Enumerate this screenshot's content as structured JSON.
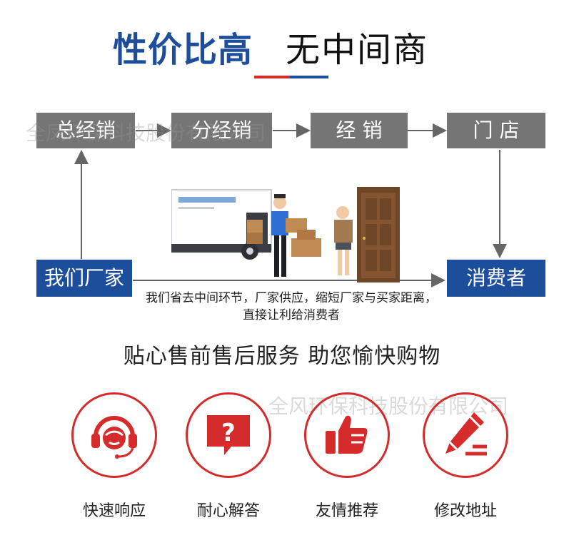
{
  "header": {
    "title_left": "性价比高",
    "title_right": "无中间商"
  },
  "flow": {
    "box1": "总经销",
    "box2": "分经销",
    "box3": "经 销",
    "box4": "门 店",
    "manufacturer": "我们厂家",
    "consumer": "消费者",
    "caption": "我们省去中间环节，厂家供应，缩短厂家与买家距离，直接让利给消费者"
  },
  "watermark": {
    "text1": "全凤环保科技股份有限公司",
    "text2": "全风环保科技股份有限公司"
  },
  "slogan": "贴心售前售后服务 助您愉快购物",
  "services": [
    {
      "label": "快速响应",
      "icon": "headset-agent-icon"
    },
    {
      "label": "耐心解答",
      "icon": "question-bubble-icon"
    },
    {
      "label": "友情推荐",
      "icon": "thumbs-up-icon"
    },
    {
      "label": "修改地址",
      "icon": "pencil-edit-icon"
    }
  ],
  "colors": {
    "brand_blue": "#1c4e9b",
    "accent_red": "#d62b2b",
    "box_gray": "#757575"
  }
}
